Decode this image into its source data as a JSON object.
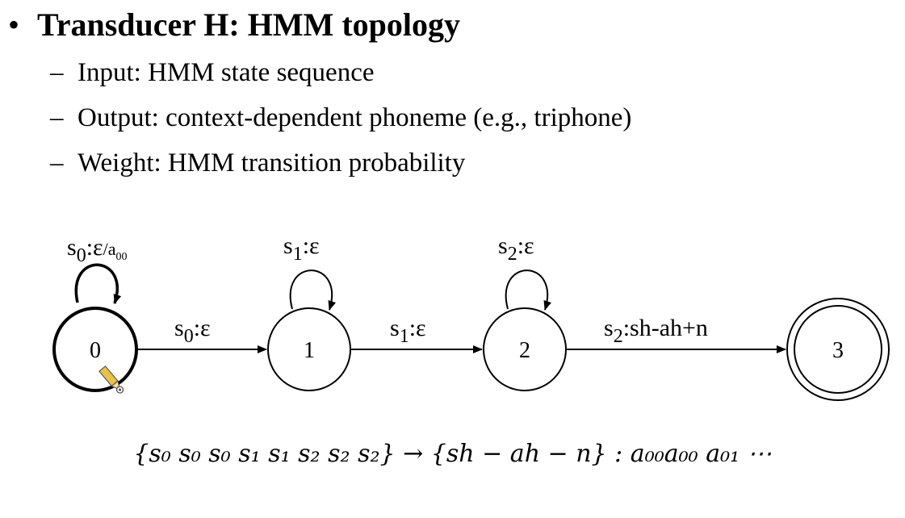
{
  "slide": {
    "title": "Transducer H: HMM topology",
    "bullets": [
      "Input: HMM state sequence",
      "Output: context-dependent  phoneme (e.g., triphone)",
      "Weight: HMM transition probability"
    ]
  },
  "fst": {
    "states": [
      "0",
      "1",
      "2",
      "3"
    ],
    "self_loops": [
      {
        "sym": "s",
        "sub": "0",
        "rest": ":ε",
        "weight_base": "/a",
        "weight_sub": "00"
      },
      {
        "sym": "s",
        "sub": "1",
        "rest": ":ε"
      },
      {
        "sym": "s",
        "sub": "2",
        "rest": ":ε"
      }
    ],
    "arcs": [
      {
        "sym": "s",
        "sub": "0",
        "rest": ":ε"
      },
      {
        "sym": "s",
        "sub": "1",
        "rest": ":ε"
      },
      {
        "sym": "s",
        "sub": "2",
        "rest": ":sh-ah+n"
      }
    ]
  },
  "formula": "{s₀ s₀ s₀ s₁ s₁ s₂ s₂ s₂} → {sh − ah − n} : a₀₀a₀₀ a₀₁ ⋯",
  "colors": {
    "stroke": "#000000",
    "background": "#ffffff",
    "cursor": "#e8c04a"
  }
}
